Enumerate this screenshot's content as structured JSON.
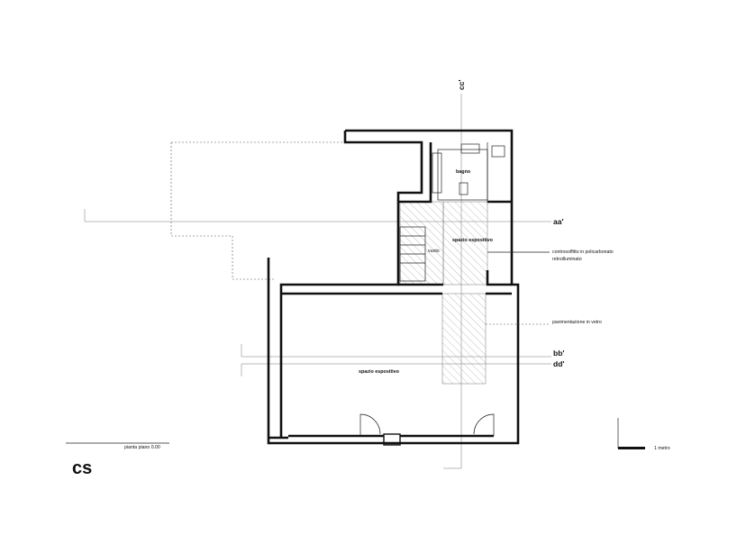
{
  "drawing": {
    "logo": "cs",
    "plan_caption": "pianta piano 0.00",
    "scale_label": "1 metro"
  },
  "sections": {
    "aa": "aa'",
    "bb": "bb'",
    "dd": "dd'",
    "cc": "cc'"
  },
  "rooms": {
    "bagno": "bagno",
    "upper_exhibit": "spazio espositivo",
    "lower_exhibit": "spazio espositivo",
    "vuoto": "vuoto"
  },
  "notes": {
    "ceiling_line1": "controsoffitto in policarbonato",
    "ceiling_line2": "retroilluminato",
    "floor_glass": "pavimentazione in vetro"
  },
  "colors": {
    "ink": "#111111",
    "paper": "#ffffff",
    "hatch": "#9a9a9a"
  }
}
